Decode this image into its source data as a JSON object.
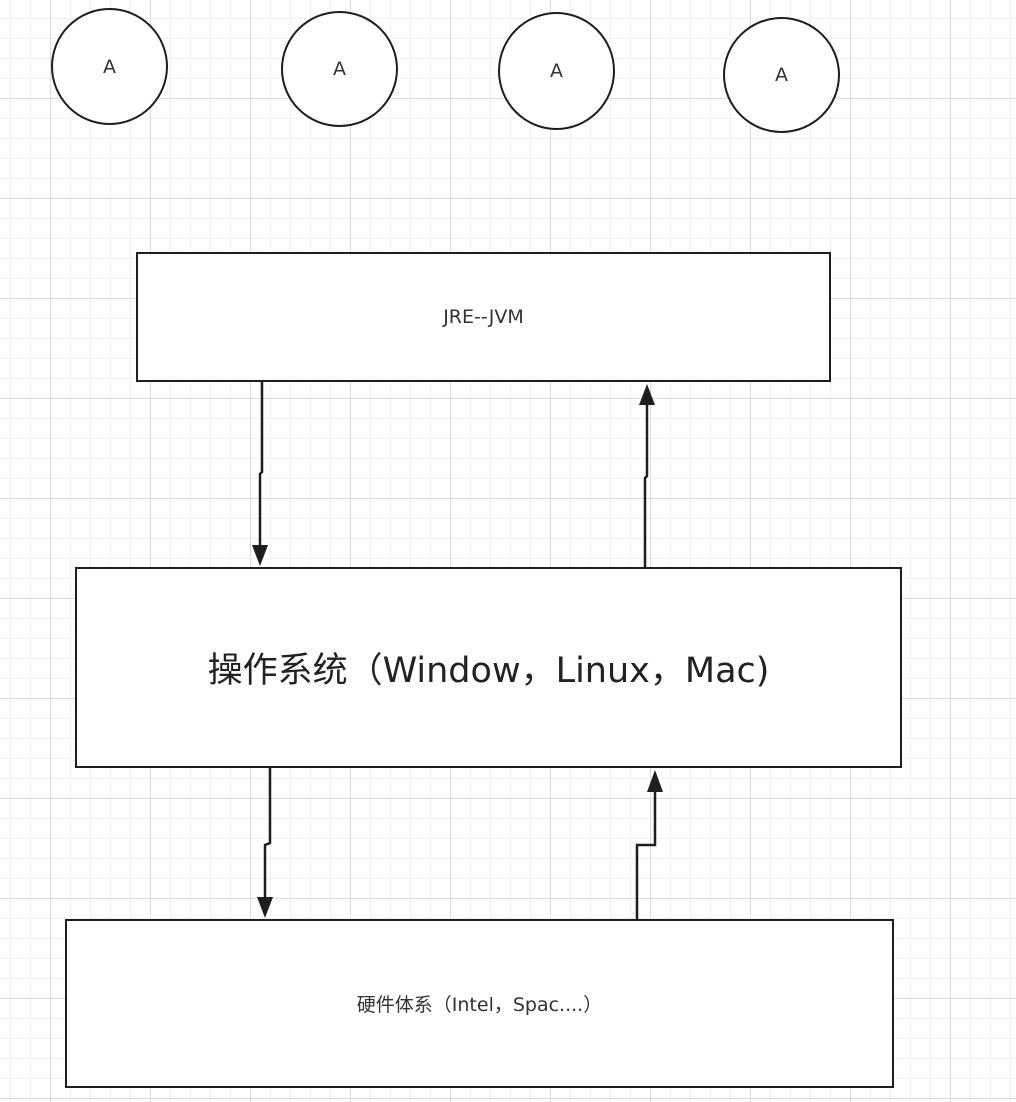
{
  "diagram": {
    "nodes": [
      {
        "label": "A"
      },
      {
        "label": "A"
      },
      {
        "label": "A"
      },
      {
        "label": "A"
      }
    ],
    "boxes": {
      "jvm": {
        "label": "JRE--JVM"
      },
      "os": {
        "label": "操作系统（Window，Linux，Mac)"
      },
      "hardware": {
        "label": "硬件体系（Intel，Spac....）"
      }
    },
    "connectors": [
      {
        "from": "JRE--JVM",
        "to": "操作系统（Window，Linux，Mac)"
      },
      {
        "from": "操作系统（Window，Linux，Mac)",
        "to": "JRE--JVM"
      },
      {
        "from": "操作系统（Window，Linux，Mac)",
        "to": "硬件体系（Intel，Spac....）"
      },
      {
        "from": "硬件体系（Intel，Spac....）",
        "to": "操作系统（Window，Linux，Mac)"
      }
    ],
    "colors": {
      "stroke": "#1e1e1e",
      "fill": "#ffffff",
      "grid": "#dcdcdc",
      "text": "#333333"
    }
  }
}
